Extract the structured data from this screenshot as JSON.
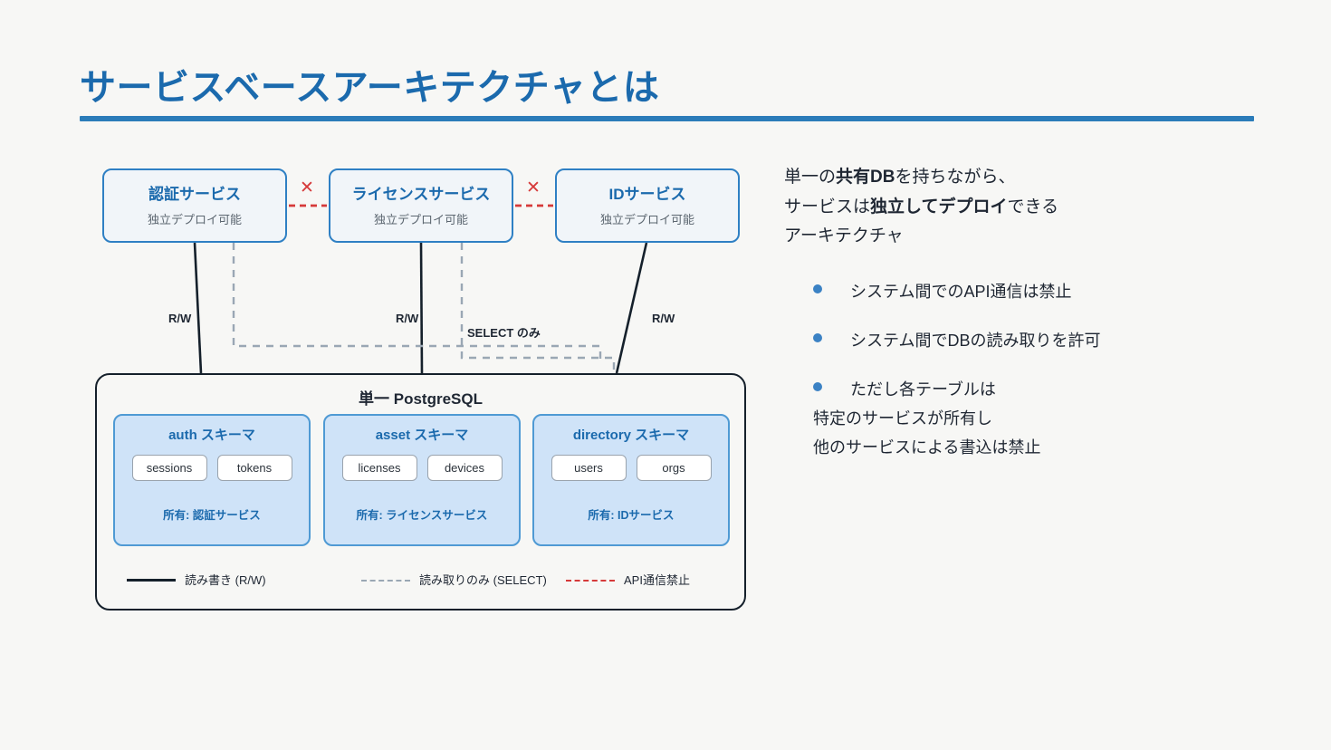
{
  "slide": {
    "title": "サービスベースアーキテクチャとは",
    "accent_color": "#1b6aad",
    "rule_color": "#2b7cb9",
    "background": "#f7f7f5"
  },
  "services": [
    {
      "title": "認証サービス",
      "subtitle": "独立デプロイ可能"
    },
    {
      "title": "ライセンスサービス",
      "subtitle": "独立デプロイ可能"
    },
    {
      "title": "IDサービス",
      "subtitle": "独立デプロイ可能"
    }
  ],
  "forbidden_markers": [
    {
      "glyph": "✕",
      "meaning": "API通信禁止",
      "color": "#d63a3a"
    },
    {
      "glyph": "✕",
      "meaning": "API通信禁止",
      "color": "#d63a3a"
    }
  ],
  "edges": {
    "rw_labels": [
      "R/W",
      "R/W",
      "R/W"
    ],
    "select_label": "SELECT のみ"
  },
  "database": {
    "title": "単一 PostgreSQL",
    "schemas": [
      {
        "name": "auth スキーマ",
        "tables": [
          "sessions",
          "tokens"
        ],
        "owner": "所有: 認証サービス"
      },
      {
        "name": "asset スキーマ",
        "tables": [
          "licenses",
          "devices"
        ],
        "owner": "所有: ライセンスサービス"
      },
      {
        "name": "directory スキーマ",
        "tables": [
          "users",
          "orgs"
        ],
        "owner": "所有: IDサービス"
      }
    ]
  },
  "legend": [
    {
      "style": "solid-black",
      "label": "読み書き (R/W)"
    },
    {
      "style": "dashed-gray",
      "label": "読み取りのみ (SELECT)"
    },
    {
      "style": "dashed-red",
      "label": "API通信禁止"
    }
  ],
  "panel": {
    "lede_line1_plain_a": "単一の",
    "lede_line1_bold": "共有DB",
    "lede_line1_plain_b": "を持ちながら、",
    "lede_line2_plain_a": "サービスは",
    "lede_line2_bold_a": "独立して",
    "lede_line2_bold_b": "デプロイ",
    "lede_line2_plain_b": "できる",
    "lede_line3": "アーキテクチャ",
    "bullets": [
      "システム間でのAPI通信は禁止",
      "システム間でDBの読み取りを許可",
      "ただし各テーブルは\n特定のサービスが所有し\n他のサービスによる書込は禁止"
    ]
  }
}
